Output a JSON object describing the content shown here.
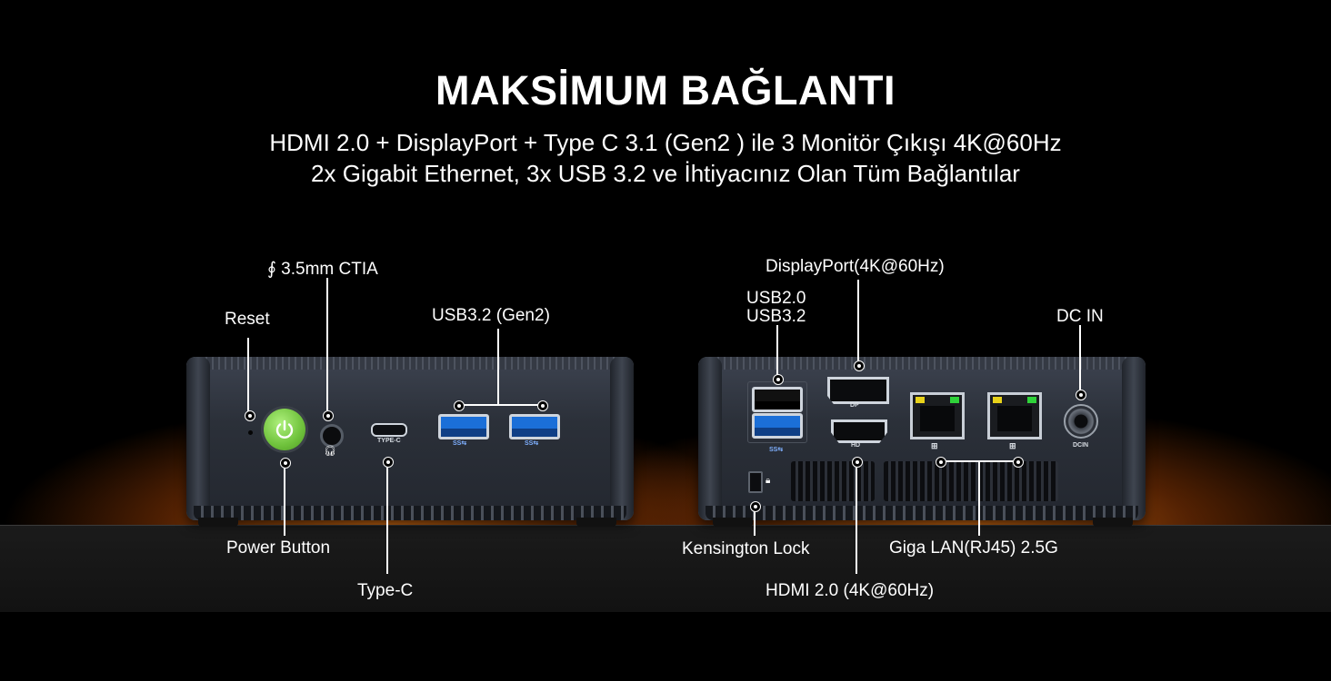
{
  "header": {
    "title": "MAKSİMUM BAĞLANTI",
    "subtitle_line1": "HDMI 2.0 + DisplayPort + Type C 3.1 (Gen2 ) ile 3 Monitör Çıkışı 4K@60Hz",
    "subtitle_line2": "2x Gigabit Ethernet, 3x USB 3.2 ve İhtiyacınız Olan Tüm Bağlantılar"
  },
  "front_panel": {
    "labels": {
      "audio": "∮ 3.5mm CTIA",
      "reset": "Reset",
      "usb": "USB3.2  (Gen2)",
      "power": "Power Button",
      "typec": "Type-C"
    },
    "port_text": {
      "typec": "TYPE-C",
      "usb_logo": "SS⇆"
    }
  },
  "rear_panel": {
    "labels": {
      "displayport": "DisplayPort(4K@60Hz)",
      "usb_line1": "USB2.0",
      "usb_line2": "USB3.2",
      "dcin": "DC IN",
      "kensington": "Kensington Lock",
      "hdmi": "HDMI 2.0 (4K@60Hz)",
      "lan": "Giga LAN(RJ45) 2.5G"
    },
    "port_text": {
      "dp": "DP",
      "hdmi": "HD",
      "dcin": "DCIN",
      "usb_logo": "SS⇆"
    }
  },
  "colors": {
    "power_button": "#6fc23c",
    "usb3_port": "#1b6fd8",
    "glow": "#d86e12",
    "led_yellow": "#e8d21a",
    "led_green": "#2fd23a"
  }
}
